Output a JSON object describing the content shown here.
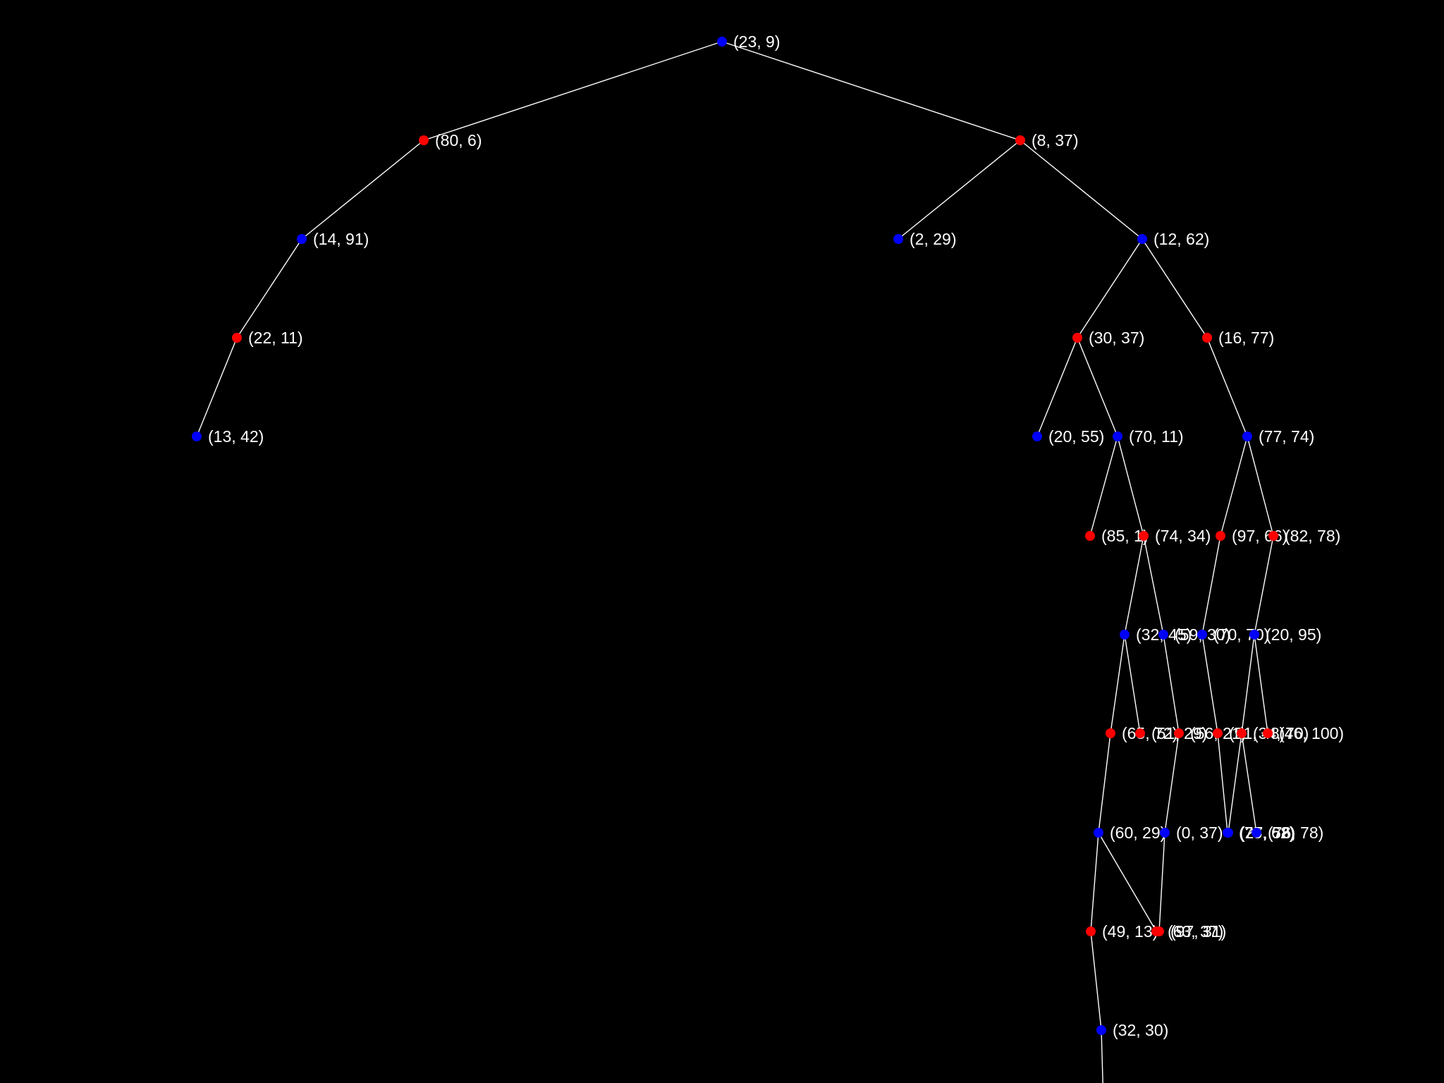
{
  "colors": {
    "background": "#000000",
    "edge": "#ffffff",
    "label": "#ffffff",
    "red": "#ff0000",
    "blue": "#0000ff"
  },
  "tree": {
    "nodes": [
      {
        "id": "n-23-9",
        "label": "(23, 9)",
        "color": "blue",
        "parent": null
      },
      {
        "id": "n-80-6",
        "label": "(80, 6)",
        "color": "red",
        "parent": "n-23-9"
      },
      {
        "id": "n-8-37",
        "label": "(8, 37)",
        "color": "red",
        "parent": "n-23-9"
      },
      {
        "id": "n-14-91",
        "label": "(14, 91)",
        "color": "blue",
        "parent": "n-80-6"
      },
      {
        "id": "n-22-11",
        "label": "(22, 11)",
        "color": "red",
        "parent": "n-14-91"
      },
      {
        "id": "n-13-42",
        "label": "(13, 42)",
        "color": "blue",
        "parent": "n-22-11"
      },
      {
        "id": "n-2-29",
        "label": "(2, 29)",
        "color": "blue",
        "parent": "n-8-37"
      },
      {
        "id": "n-12-62",
        "label": "(12, 62)",
        "color": "blue",
        "parent": "n-8-37"
      },
      {
        "id": "n-30-37",
        "label": "(30, 37)",
        "color": "red",
        "parent": "n-12-62"
      },
      {
        "id": "n-16-77",
        "label": "(16, 77)",
        "color": "red",
        "parent": "n-12-62"
      },
      {
        "id": "n-20-55",
        "label": "(20, 55)",
        "color": "blue",
        "parent": "n-30-37"
      },
      {
        "id": "n-70-11",
        "label": "(70, 11)",
        "color": "blue",
        "parent": "n-30-37"
      },
      {
        "id": "n-77-74",
        "label": "(77, 74)",
        "color": "blue",
        "parent": "n-16-77"
      },
      {
        "id": "n-85-1",
        "label": "(85, 1)",
        "color": "red",
        "parent": "n-70-11"
      },
      {
        "id": "n-74-34",
        "label": "(74, 34)",
        "color": "red",
        "parent": "n-70-11"
      },
      {
        "id": "n-97-66",
        "label": "(97, 66)",
        "color": "red",
        "parent": "n-77-74"
      },
      {
        "id": "n-82-78",
        "label": "(82, 78)",
        "color": "red",
        "parent": "n-77-74"
      },
      {
        "id": "n-32-45",
        "label": "(32, 45)",
        "color": "blue",
        "parent": "n-74-34"
      },
      {
        "id": "n-59-30",
        "label": "(59, 30)",
        "color": "blue",
        "parent": "n-74-34"
      },
      {
        "id": "n-70-70",
        "label": "(70, 70)",
        "color": "blue",
        "parent": "n-97-66"
      },
      {
        "id": "n-20-95",
        "label": "(20, 95)",
        "color": "blue",
        "parent": "n-82-78"
      },
      {
        "id": "n-65-72",
        "label": "(65, 72)",
        "color": "red",
        "parent": "n-32-45"
      },
      {
        "id": "n-51-29",
        "label": "(51, 29)",
        "color": "red",
        "parent": "n-32-45"
      },
      {
        "id": "n-56-21",
        "label": "(56, 21)",
        "color": "red",
        "parent": "n-59-30"
      },
      {
        "id": "n-91-48",
        "label": "(91, 48)",
        "color": "red",
        "parent": "n-70-70"
      },
      {
        "id": "n-34-70",
        "label": "(34, 70)",
        "color": "red",
        "parent": "n-20-95"
      },
      {
        "id": "n-46-100",
        "label": "(46, 100)",
        "color": "red",
        "parent": "n-20-95"
      },
      {
        "id": "n-60-29",
        "label": "(60, 29)",
        "color": "blue",
        "parent": "n-65-72"
      },
      {
        "id": "n-0-37",
        "label": "(0, 37)",
        "color": "blue",
        "parent": "n-56-21"
      },
      {
        "id": "n-75-62",
        "label": "(75, 62)",
        "color": "blue",
        "parent": "n-91-48"
      },
      {
        "id": "n-27-58",
        "label": "(27, 58)",
        "color": "blue",
        "parent": "n-34-70"
      },
      {
        "id": "n-76-78",
        "label": "(76, 78)",
        "color": "blue",
        "parent": "n-34-70"
      },
      {
        "id": "n-49-13",
        "label": "(49, 13)",
        "color": "red",
        "parent": "n-60-29"
      },
      {
        "id": "n-63-37",
        "label": "(63, 37)",
        "color": "red",
        "parent": "n-60-29"
      },
      {
        "id": "n-97-31",
        "label": "(97, 31)",
        "color": "red",
        "parent": "n-0-37"
      },
      {
        "id": "n-32-30",
        "label": "(32, 30)",
        "color": "blue",
        "parent": "n-49-13"
      },
      {
        "id": "n-offscreen",
        "label": "",
        "color": "blue",
        "parent": "n-32-30"
      }
    ]
  }
}
